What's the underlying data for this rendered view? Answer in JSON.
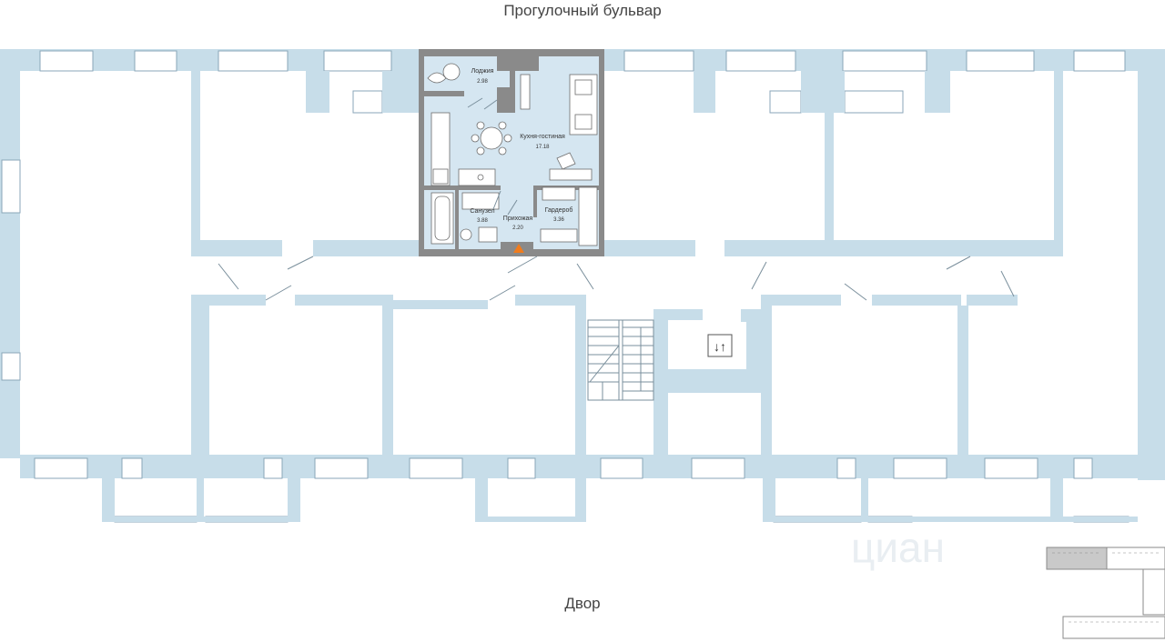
{
  "top_street": "Прогулочный бульвар",
  "bottom_street": "Двор",
  "watermark": "циан",
  "elevator_symbol": "↓↑",
  "rooms": [
    {
      "name": "Лоджия",
      "area": "2.98"
    },
    {
      "name": "Кухня-гостиная",
      "area": "17.18"
    },
    {
      "name": "Санузел",
      "area": "3.88"
    },
    {
      "name": "Прихожая",
      "area": "2.20"
    },
    {
      "name": "Гардероб",
      "area": "3.36"
    }
  ],
  "colors": {
    "wall": "#c7dde9",
    "unit_wall": "#8a8a8a",
    "unit_floor": "#d5e6f1",
    "entrance_marker": "#f07c1d"
  }
}
